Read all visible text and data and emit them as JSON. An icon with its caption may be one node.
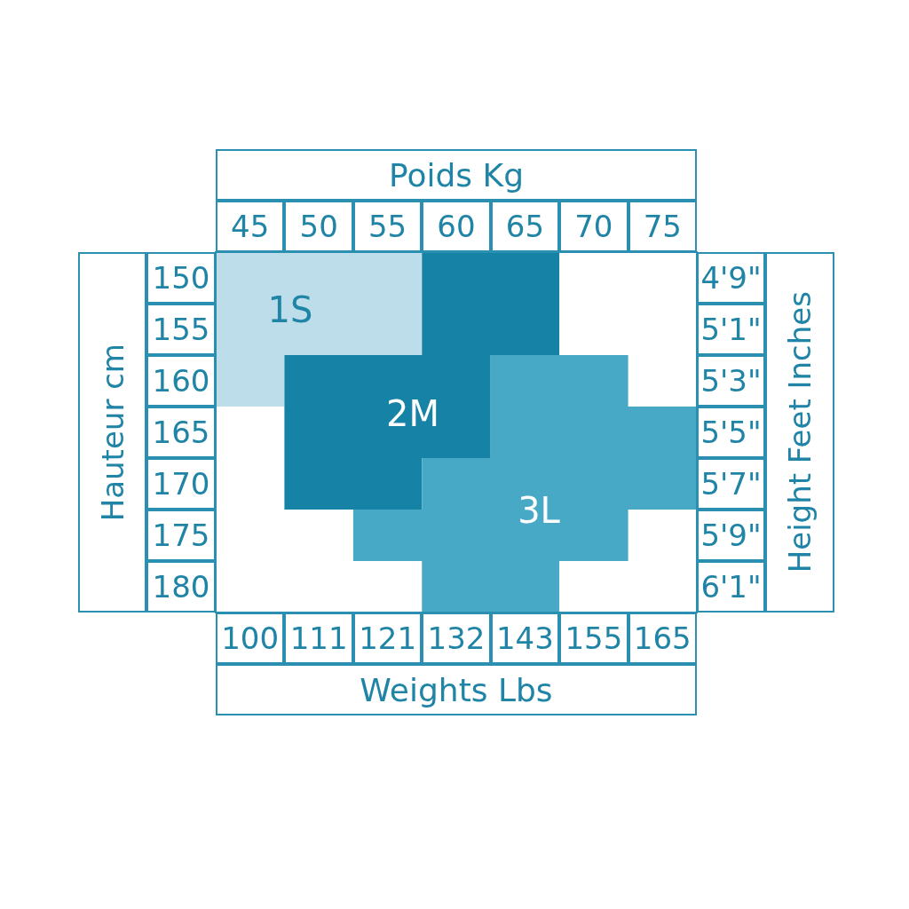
{
  "diagram": {
    "labels": [
      "Poids Kg",
      "45",
      "50",
      "55",
      "60",
      "65",
      "70",
      "75",
      "Hauteur cm",
      "150",
      "155",
      "160",
      "165",
      "170",
      "175",
      "180",
      "1S",
      "2M",
      "3L",
      "4'9\"",
      "5'1\"",
      "5'3\"",
      "5'5\"",
      "5'7\"",
      "5'9\"",
      "6'1\"",
      "Height Feet Inches",
      "100",
      "111",
      "121",
      "132",
      "143",
      "155",
      "165",
      "Weights Lbs"
    ]
  }
}
